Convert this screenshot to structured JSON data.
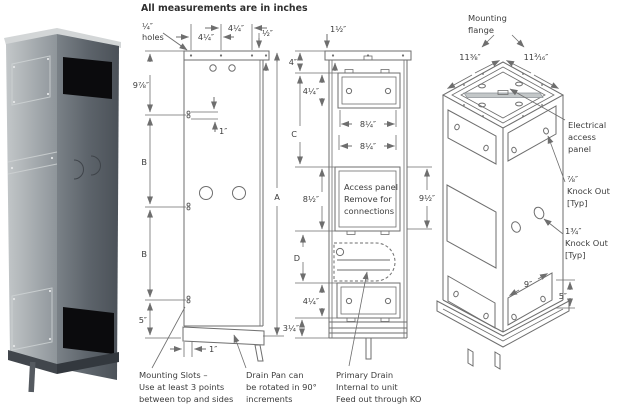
{
  "title": "All measurements are in inches",
  "colors": {
    "line": "#6e6e6e",
    "text": "#3c3c3c",
    "cutout_black": "#0b0b0d",
    "steel_light": "#b7bcbe",
    "steel_dark": "#565c63"
  },
  "front_view": {
    "dim_quarter": "¼″",
    "dim_quarter_word": "holes",
    "dim_top_a": "4¼″",
    "dim_top_b": "4¼″",
    "dim_half": "½″",
    "dim_978": "9⅞″",
    "dim_b1": "B",
    "dim_b2": "B",
    "dim_one_top": "1″",
    "dim_a": "A",
    "dim_five": "5″",
    "dim_one_bottom": "1″",
    "note_mounting": [
      "Mounting Slots –",
      "Use at least 3 points",
      "between top and sides"
    ],
    "note_drainpan": [
      "Drain Pan can",
      "be rotated in 90°",
      "increments"
    ]
  },
  "panel_view": {
    "dim_onehalf": "1½″",
    "dim_four": "4″",
    "dim_414_top": "4¼″",
    "dim_c": "C",
    "dim_814_a": "8¼″",
    "dim_814_b": "8¼″",
    "dim_812": "8½″",
    "dim_912": "9½″",
    "access_panel": [
      "Access panel",
      "Remove for",
      "connections"
    ],
    "dim_d": "D",
    "dim_414_bottom": "4¼″",
    "dim_314": "3¼″",
    "note_drain": [
      "Primary Drain",
      "Internal to unit",
      "Feed out through KO"
    ]
  },
  "iso_view": {
    "label_flange": [
      "Mounting",
      "flange"
    ],
    "dim_1138": "11⅜″",
    "dim_11316": "11³⁄₁₆″",
    "label_electrical": [
      "Electrical",
      "access",
      "panel"
    ],
    "label_ko78": [
      "⅞″",
      "Knock Out",
      "[Typ]"
    ],
    "label_ko134": [
      "1¾″",
      "Knock Out",
      "[Typ]"
    ],
    "dim_nine": "9″",
    "dim_five": "5″"
  }
}
